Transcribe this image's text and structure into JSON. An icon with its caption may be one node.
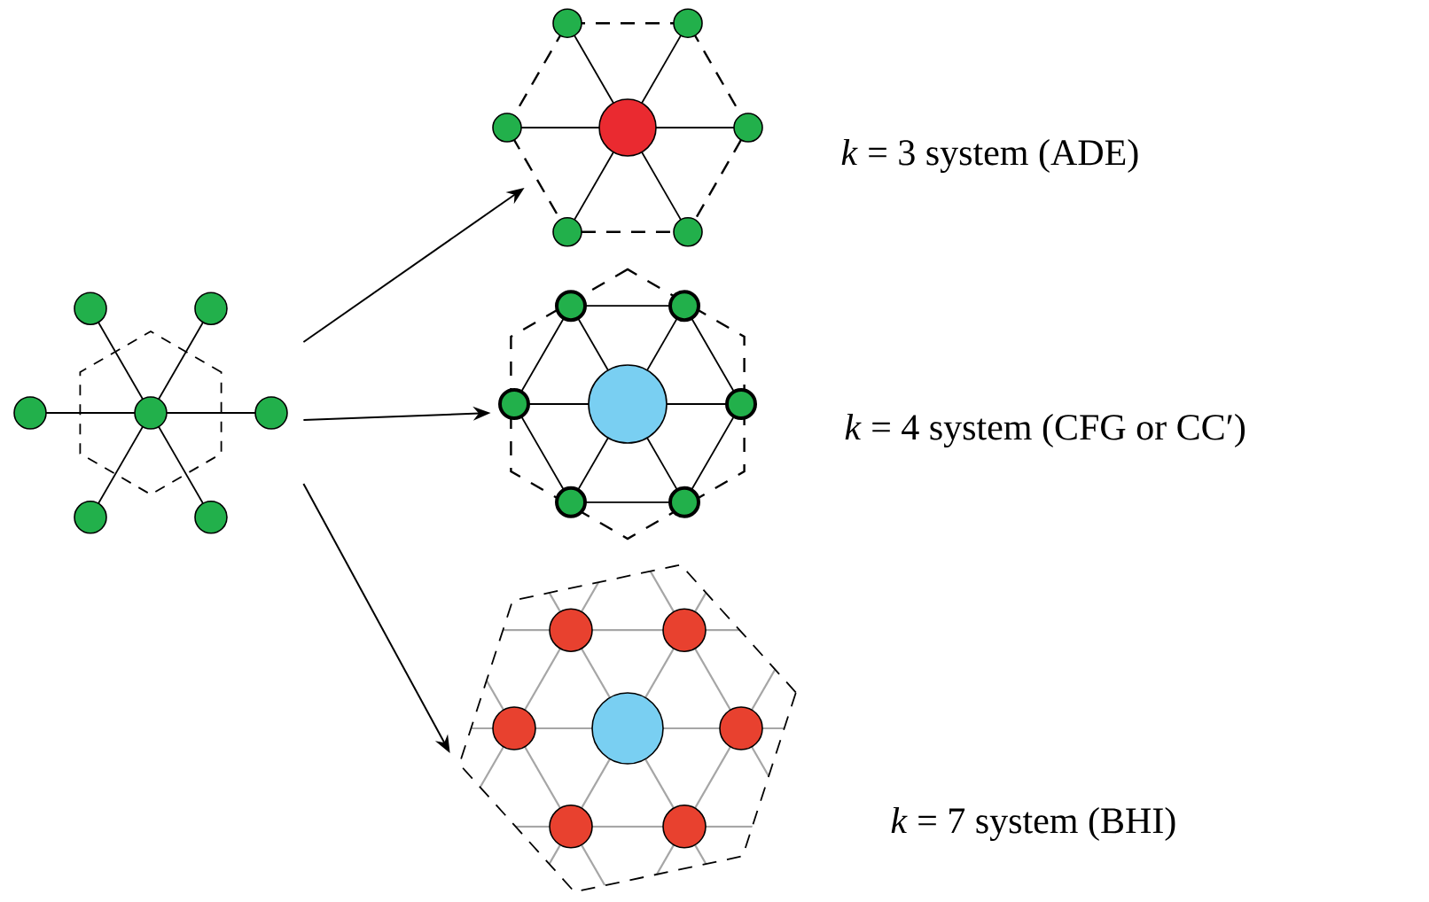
{
  "diagram": {
    "nodes": [
      {
        "text": [],
        "shape": "picture"
      },
      {
        "text": [],
        "shape": "picture",
        "beside": [
          "*k* = 3 system (ADE)"
        ]
      },
      {
        "text": [],
        "shape": "picture",
        "beside": [
          "*k* = 4 system (CFG or CC′)"
        ]
      },
      {
        "text": [],
        "shape": "picture",
        "beside": [
          "*k* = 7 system (BHI)"
        ]
      }
    ],
    "edges": [
      {
        "from": 0,
        "to": 1,
        "arrow": "to"
      },
      {
        "from": 0,
        "to": 2,
        "arrow": "to"
      },
      {
        "from": 0,
        "to": 3,
        "arrow": "to"
      }
    ]
  }
}
